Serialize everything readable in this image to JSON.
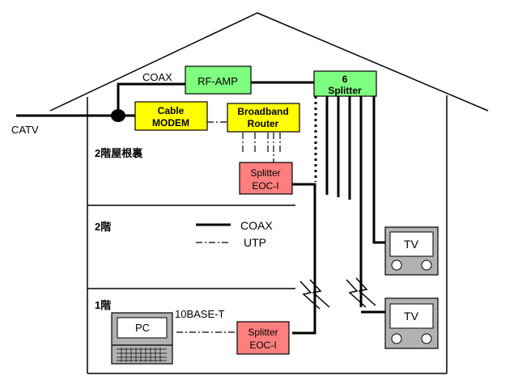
{
  "labels": {
    "catv": "CATV",
    "coax_top": "COAX",
    "floor_attic": "2階屋根裏",
    "floor_2": "2階",
    "floor_1": "1階",
    "base_t": "10BASE-T"
  },
  "boxes": {
    "rf_amp": "RF-AMP",
    "splitter6_line1": "6",
    "splitter6_line2": "Splitter",
    "cable_modem_line1": "Cable",
    "cable_modem_line2": "MODEM",
    "router_line1": "Broadband",
    "router_line2": "Router",
    "eoc_top_line1": "Splitter",
    "eoc_top_line2": "EOC-I",
    "eoc_bottom_line1": "Splitter",
    "eoc_bottom_line2": "EOC-I",
    "pc": "PC",
    "tv_upper": "TV",
    "tv_lower": "TV"
  },
  "legend": {
    "coax": "COAX",
    "utp": "UTP"
  },
  "colors": {
    "green_box": "#7fff7f",
    "yellow_box": "#ffff00",
    "pink_box": "#ff7f7f",
    "equipment_gray": "#b2b2b2"
  }
}
